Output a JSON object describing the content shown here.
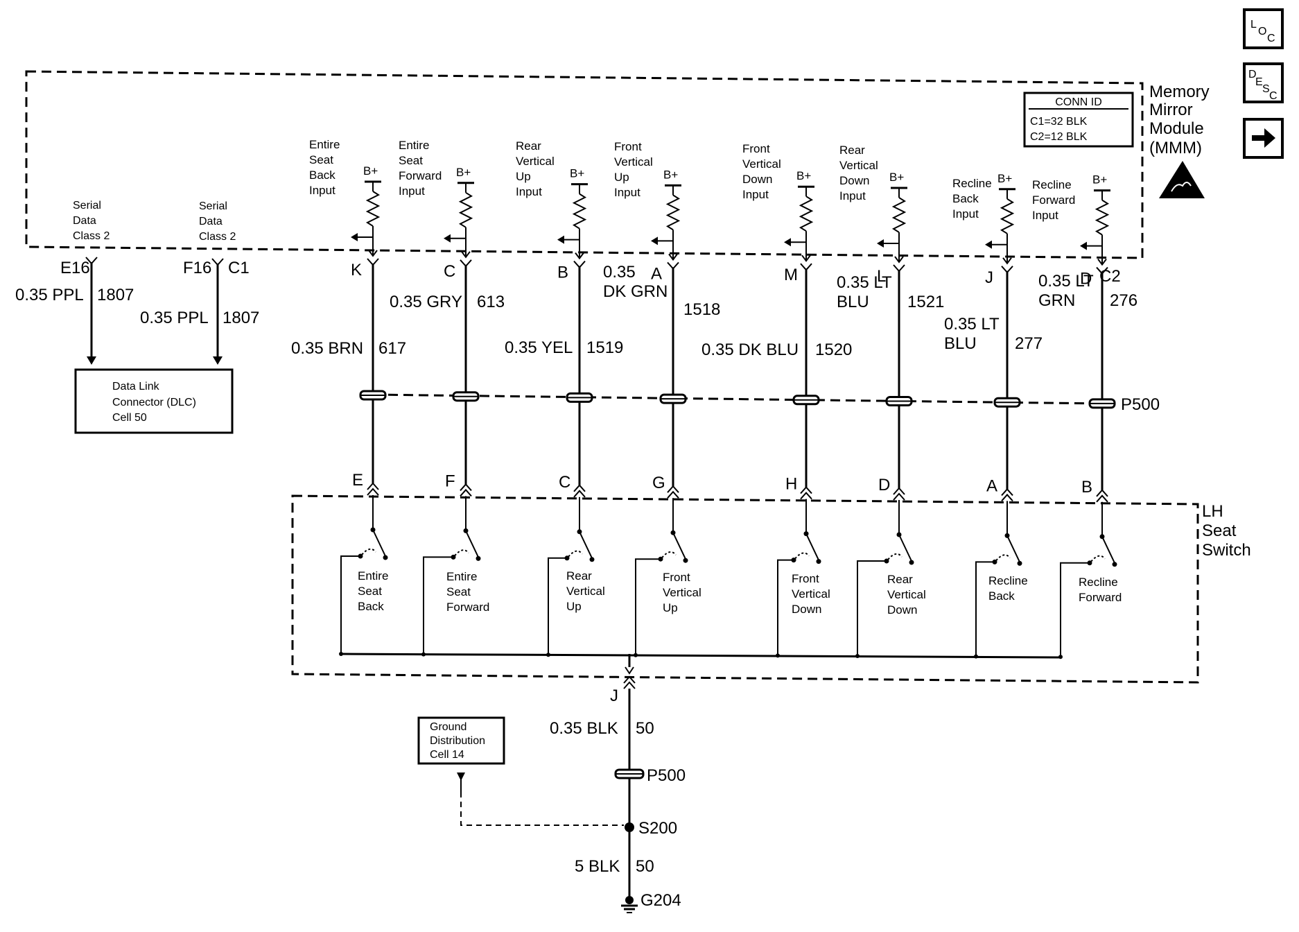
{
  "nav": {
    "loc": {
      "a": "L",
      "b": "O",
      "c": "C"
    },
    "desc": {
      "a": "D",
      "b": "E",
      "c": "S",
      "d": "C"
    }
  },
  "module": {
    "name_lines": [
      "Memory",
      "Mirror",
      "Module",
      "(MMM)"
    ],
    "conn_id": {
      "title": "CONN ID",
      "c1": "C1=32 BLK",
      "c2": "C2=12 BLK"
    },
    "c1_label": "C1",
    "c2_label": "C2"
  },
  "bplus": "B+",
  "serial": [
    {
      "lines": [
        "Serial",
        "Data",
        "Class 2"
      ],
      "pin": "E16",
      "gauge": "0.35 PPL",
      "circuit": "1807"
    },
    {
      "lines": [
        "Serial",
        "Data",
        "Class 2"
      ],
      "pin": "F16",
      "gauge": "0.35 PPL",
      "circuit": "1807"
    }
  ],
  "dlc": {
    "lines": [
      "Data Link",
      "Connector (DLC)",
      "Cell 50"
    ]
  },
  "circuits": [
    {
      "input_lines": [
        "Entire",
        "Seat",
        "Back",
        "Input"
      ],
      "mmm_pin": "K",
      "gauge_lines": [
        "0.35 BRN"
      ],
      "circuit": "617",
      "switch_pin": "E",
      "switch_lines": [
        "Entire",
        "Seat",
        "Back"
      ]
    },
    {
      "input_lines": [
        "Entire",
        "Seat",
        "Forward",
        "Input"
      ],
      "mmm_pin": "C",
      "gauge_lines": [
        "0.35 GRY"
      ],
      "circuit": "613",
      "switch_pin": "F",
      "switch_lines": [
        "Entire",
        "Seat",
        "Forward"
      ]
    },
    {
      "input_lines": [
        "Rear",
        "Vertical",
        "Up",
        "Input"
      ],
      "mmm_pin": "B",
      "gauge_lines": [
        "0.35 YEL"
      ],
      "circuit": "1519",
      "switch_pin": "C",
      "switch_lines": [
        "Rear",
        "Vertical",
        "Up"
      ]
    },
    {
      "input_lines": [
        "Front",
        "Vertical",
        "Up",
        "Input"
      ],
      "mmm_pin": "A",
      "gauge_lines": [
        "0.35",
        "DK GRN"
      ],
      "circuit": "1518",
      "switch_pin": "G",
      "switch_lines": [
        "Front",
        "Vertical",
        "Up"
      ]
    },
    {
      "input_lines": [
        "Front",
        "Vertical",
        "Down",
        "Input"
      ],
      "mmm_pin": "M",
      "gauge_lines": [
        "0.35 DK BLU"
      ],
      "circuit": "1520",
      "switch_pin": "H",
      "switch_lines": [
        "Front",
        "Vertical",
        "Down"
      ]
    },
    {
      "input_lines": [
        "Rear",
        "Vertical",
        "Down",
        "Input"
      ],
      "mmm_pin": "L",
      "gauge_lines": [
        "0.35 LT",
        "BLU"
      ],
      "circuit": "1521",
      "switch_pin": "D",
      "switch_lines": [
        "Rear",
        "Vertical",
        "Down"
      ]
    },
    {
      "input_lines": [
        "Recline",
        "Back",
        "Input"
      ],
      "mmm_pin": "J",
      "gauge_lines": [
        "0.35 LT",
        "BLU"
      ],
      "circuit": "277",
      "switch_pin": "A",
      "switch_lines": [
        "Recline",
        "Back"
      ]
    },
    {
      "input_lines": [
        "Recline",
        "Forward",
        "Input"
      ],
      "mmm_pin": "D",
      "gauge_lines": [
        "0.35 LT",
        "GRN"
      ],
      "circuit": "276",
      "switch_pin": "B",
      "switch_lines": [
        "Recline",
        "Forward"
      ]
    }
  ],
  "p500": "P500",
  "switch_module": {
    "name_lines": [
      "LH",
      "Seat",
      "Switch"
    ]
  },
  "ground": {
    "switch_pin": "J",
    "gauge": "0.35 BLK",
    "circuit": "50",
    "connector": "P500",
    "splice": "S200",
    "gauge2": "5 BLK",
    "circuit2": "50",
    "ground_point": "G204",
    "dist_lines": [
      "Ground",
      "Distribution",
      "Cell 14"
    ]
  }
}
